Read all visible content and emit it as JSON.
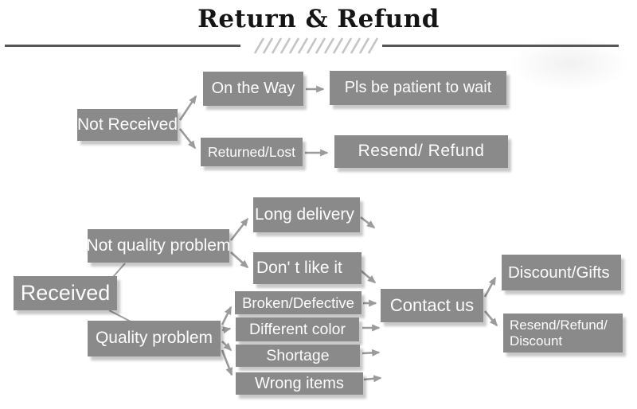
{
  "title": "Return & Refund",
  "colors": {
    "box": "#8a8a8a",
    "box_text": "#fcfcfc",
    "arrow": "#9b9b9b",
    "divider": "#575757",
    "hatch": "#c4c4c4",
    "title_text": "#151515"
  },
  "nodes": {
    "not_received": {
      "label": "Not Received"
    },
    "on_the_way": {
      "label": "On the Way"
    },
    "pls_wait": {
      "label": "Pls be patient to wait"
    },
    "returned_lost": {
      "label": "Returned/Lost"
    },
    "resend_refund": {
      "label": "Resend/ Refund"
    },
    "received": {
      "label": "Received"
    },
    "not_quality": {
      "label": "Not quality problem"
    },
    "quality": {
      "label": "Quality problem"
    },
    "long_delivery": {
      "label": "Long delivery"
    },
    "dont_like": {
      "label": "Don'  t like it"
    },
    "broken": {
      "label": "Broken/Defective"
    },
    "different_color": {
      "label": "Different color"
    },
    "shortage": {
      "label": "Shortage"
    },
    "wrong_items": {
      "label": "Wrong items"
    },
    "contact_us": {
      "label": "Contact us"
    },
    "discount_gifts": {
      "label": "Discount/Gifts"
    },
    "resend_refund_discount": {
      "line1": "Resend/Refund/",
      "line2": "Discount"
    }
  },
  "edges": [
    {
      "from": "Not Received",
      "to": "On the Way",
      "arrow": true
    },
    {
      "from": "Not Received",
      "to": "Returned/Lost",
      "arrow": true
    },
    {
      "from": "On the Way",
      "to": "Pls be patient to wait",
      "arrow": true
    },
    {
      "from": "Returned/Lost",
      "to": "Resend/ Refund",
      "arrow": true
    },
    {
      "from": "Received",
      "to": "Not quality problem",
      "arrow": false
    },
    {
      "from": "Received",
      "to": "Quality problem",
      "arrow": false
    },
    {
      "from": "Not quality problem",
      "to": "Long delivery",
      "arrow": true
    },
    {
      "from": "Not quality problem",
      "to": "Don'  t like it",
      "arrow": true
    },
    {
      "from": "Long delivery",
      "to": "Contact us",
      "arrow": true
    },
    {
      "from": "Don'  t like it",
      "to": "Contact us",
      "arrow": true
    },
    {
      "from": "Quality problem",
      "to": "Broken/Defective",
      "arrow": true
    },
    {
      "from": "Quality problem",
      "to": "Different color",
      "arrow": true
    },
    {
      "from": "Quality problem",
      "to": "Shortage",
      "arrow": true
    },
    {
      "from": "Quality problem",
      "to": "Wrong items",
      "arrow": true
    },
    {
      "from": "Broken/Defective",
      "to": "Contact us",
      "arrow": true
    },
    {
      "from": "Different color",
      "to": "Contact us",
      "arrow": true
    },
    {
      "from": "Shortage",
      "to": "Contact us",
      "arrow": true
    },
    {
      "from": "Wrong items",
      "to": "Contact us",
      "arrow": true
    },
    {
      "from": "Contact us",
      "to": "Discount/Gifts",
      "arrow": true
    },
    {
      "from": "Contact us",
      "to": "Resend/Refund/Discount",
      "arrow": true
    }
  ]
}
